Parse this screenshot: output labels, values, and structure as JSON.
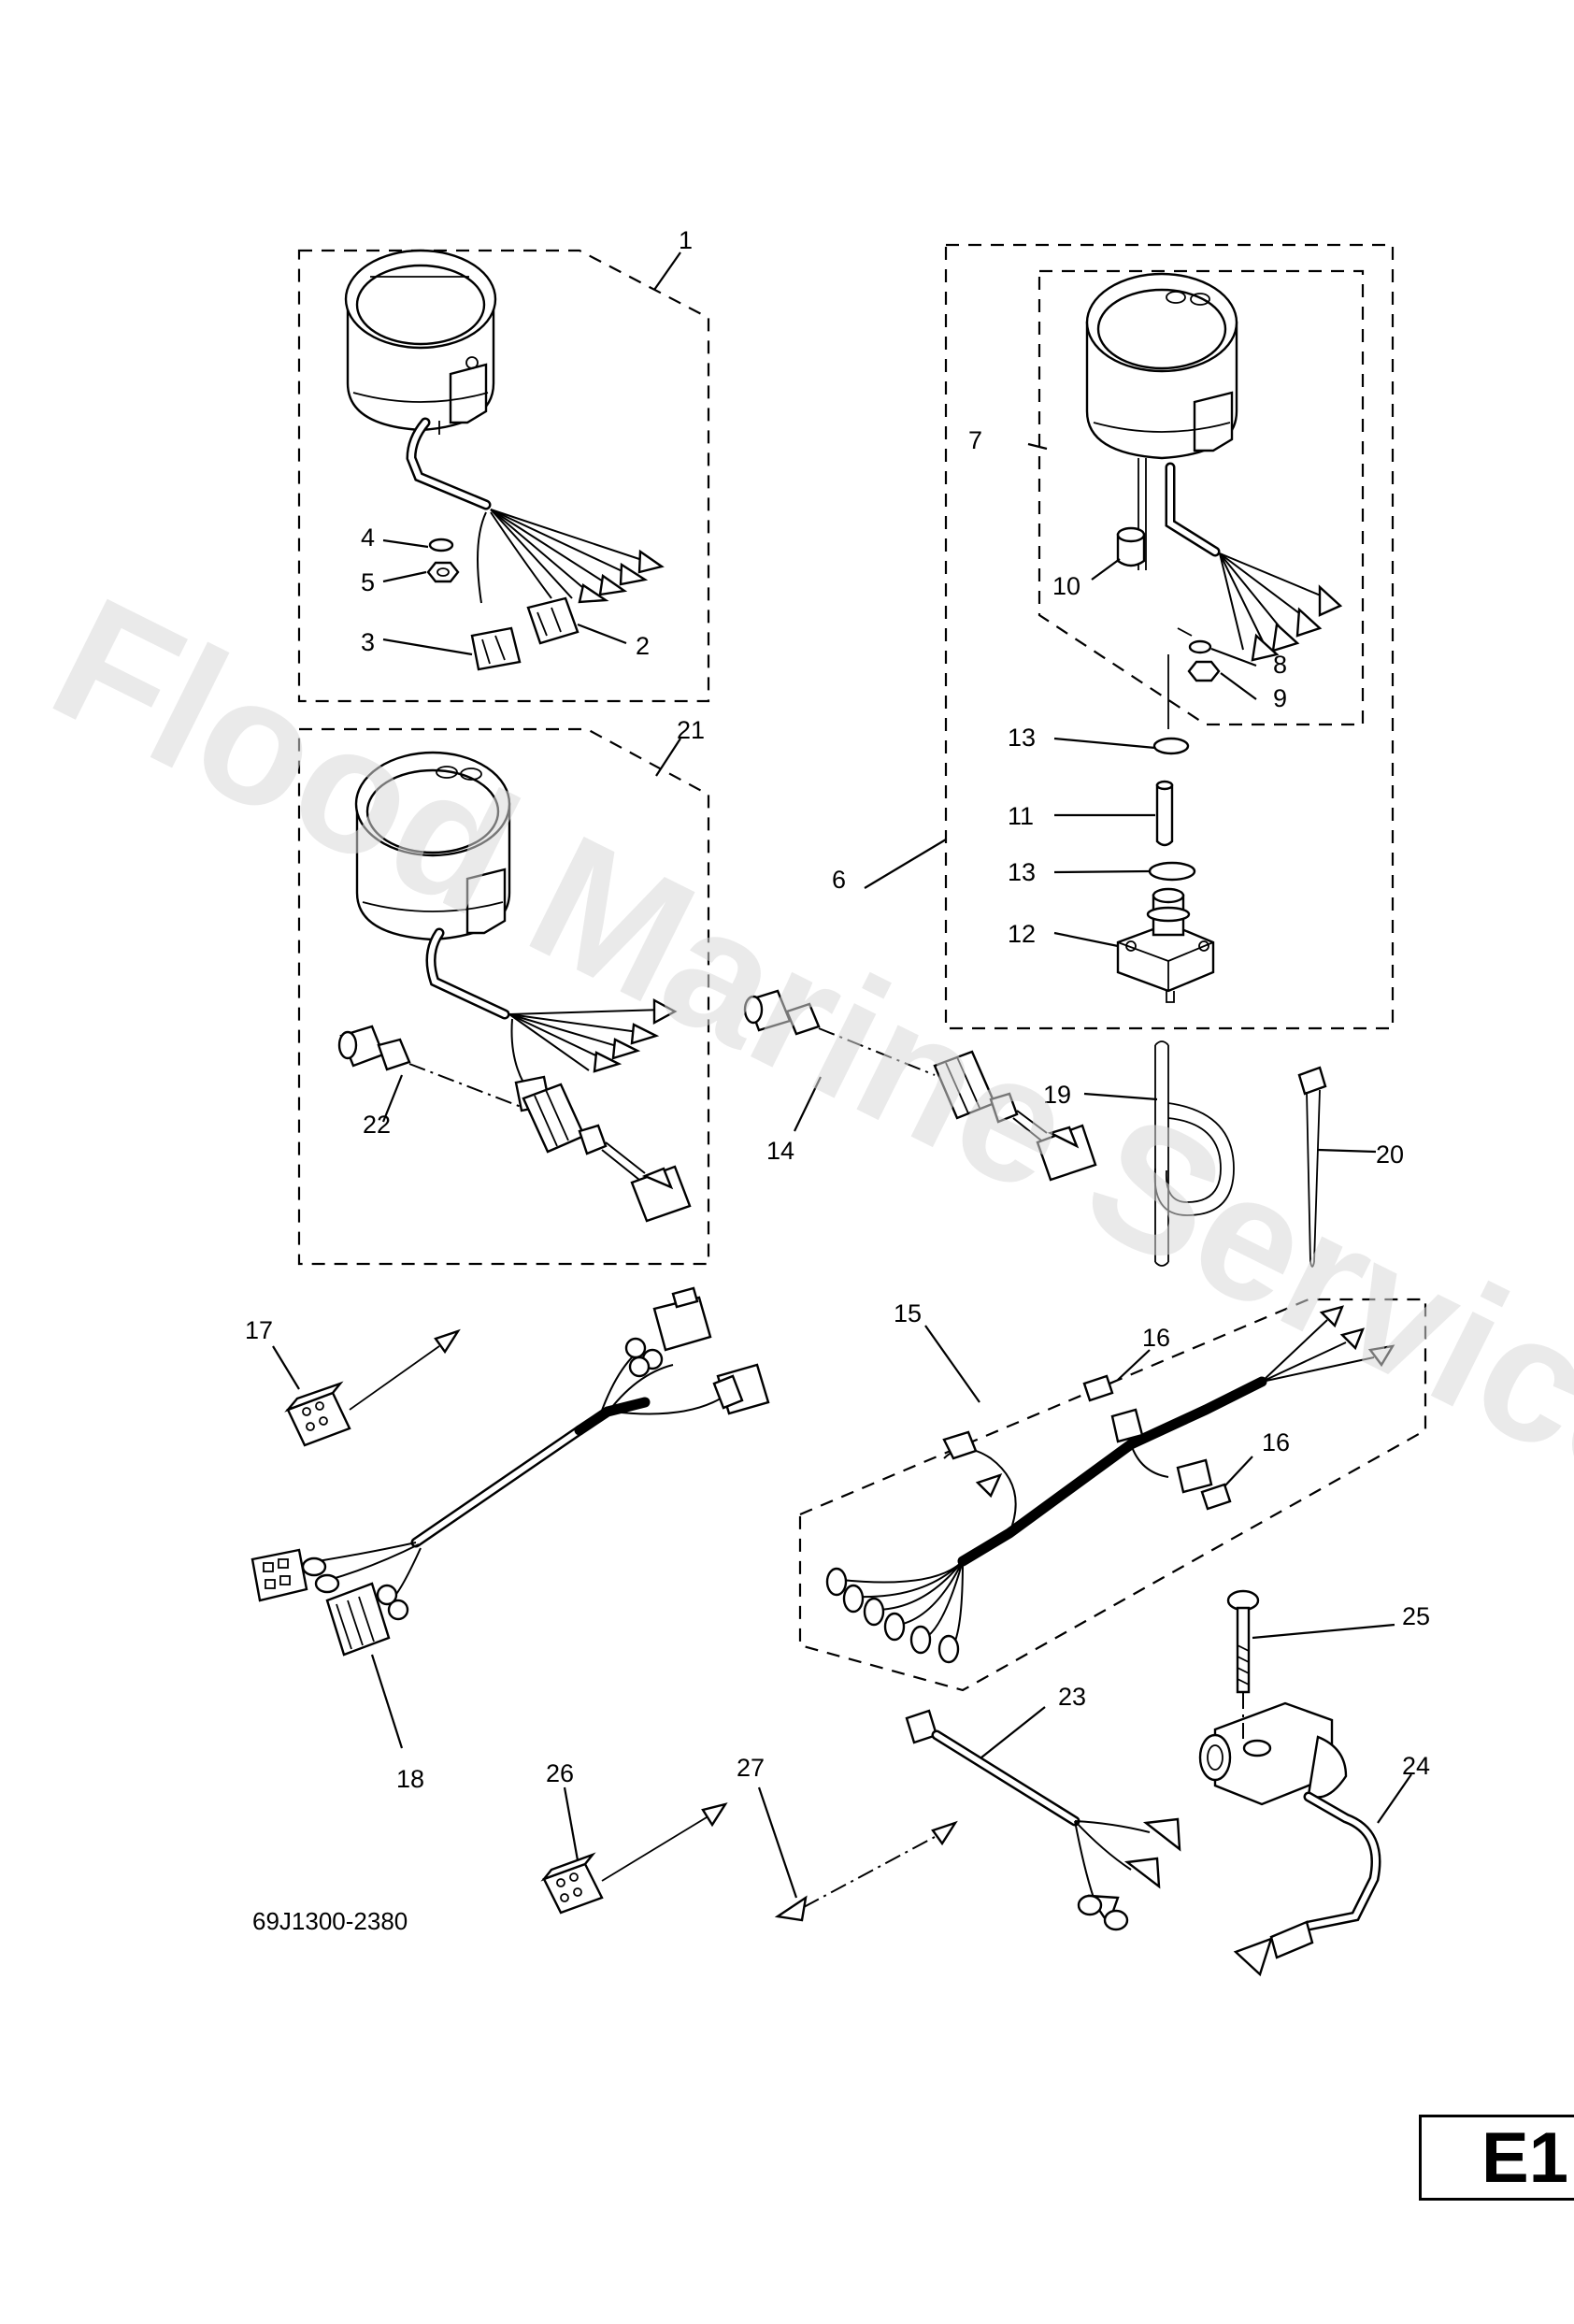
{
  "watermark": "Flood Marine Services",
  "drawing_code": "69J1300-2380",
  "section_tag": "E1",
  "callouts": [
    "1",
    "2",
    "3",
    "4",
    "5",
    "6",
    "7",
    "8",
    "9",
    "10",
    "11",
    "12",
    "13",
    "13",
    "14",
    "15",
    "16",
    "16",
    "17",
    "18",
    "19",
    "20",
    "21",
    "22",
    "23",
    "24",
    "25",
    "26",
    "27"
  ]
}
